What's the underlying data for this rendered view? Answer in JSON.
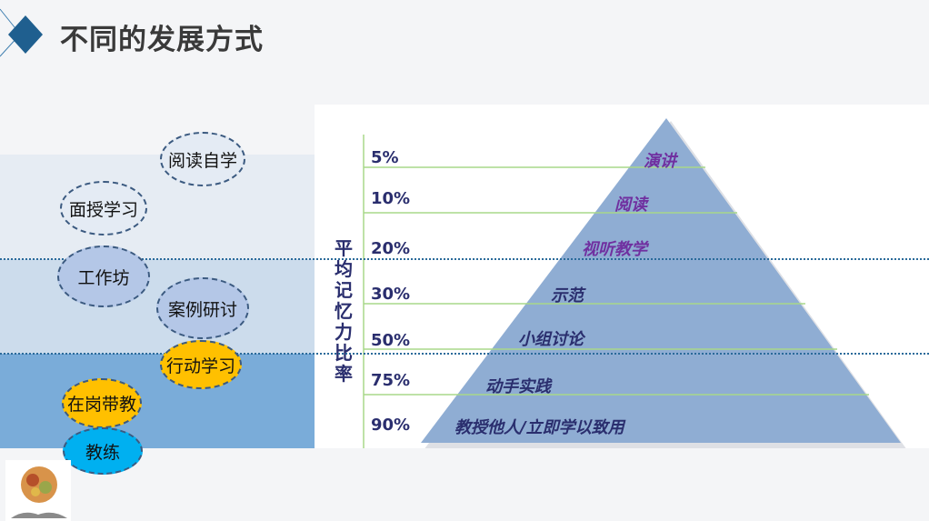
{
  "title": "不同的发展方式",
  "methods": [
    {
      "label": "阅读自学",
      "color": "#e4ebf4"
    },
    {
      "label": "面授学习",
      "color": "#e4ebf4"
    },
    {
      "label": "工作坊",
      "color": "#b4c7e7"
    },
    {
      "label": "案例研讨",
      "color": "#b4c7e7"
    },
    {
      "label": "行动学习",
      "color": "#ffc000"
    },
    {
      "label": "在岗带教",
      "color": "#ffc000"
    },
    {
      "label": "教练",
      "color": "#00b0f0"
    }
  ],
  "pyramid": {
    "axis_label": "平均记忆力比率",
    "levels": [
      {
        "pct": "5%",
        "label": "演讲",
        "color": "#7030a0"
      },
      {
        "pct": "10%",
        "label": "阅读",
        "color": "#7030a0"
      },
      {
        "pct": "20%",
        "label": "视听教学",
        "color": "#7030a0"
      },
      {
        "pct": "30%",
        "label": "示范",
        "color": "#2a2e6e"
      },
      {
        "pct": "50%",
        "label": "小组讨论",
        "color": "#2a2e6e"
      },
      {
        "pct": "75%",
        "label": "动手实践",
        "color": "#2a2e6e"
      },
      {
        "pct": "90%",
        "label": "教授他人/立即学以致用",
        "color": "#2a2e6e"
      }
    ]
  }
}
